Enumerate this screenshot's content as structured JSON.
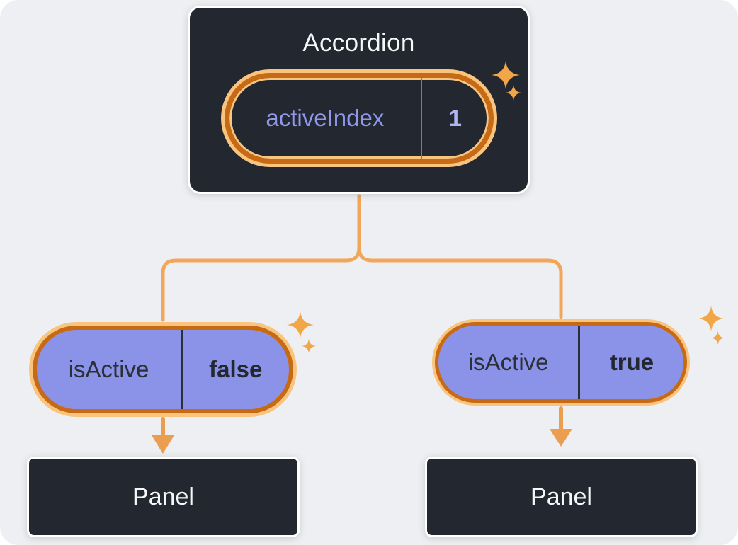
{
  "diagram": {
    "root": {
      "title": "Accordion",
      "state": {
        "key": "activeIndex",
        "value": "1"
      }
    },
    "children": [
      {
        "prop": {
          "key": "isActive",
          "value": "false"
        },
        "panel_label": "Panel"
      },
      {
        "prop": {
          "key": "isActive",
          "value": "true"
        },
        "panel_label": "Panel"
      }
    ],
    "icons": {
      "sparkle": "four-point-star"
    },
    "colors": {
      "background": "#EDEFF2",
      "card_bg": "#23272F",
      "card_border": "#FFFFFF",
      "pill_purple": "#8B93E8",
      "ring_dark_orange": "#C76A15",
      "ring_light_orange": "#F9C47E",
      "connector_orange": "#F2A65A",
      "arrow_orange": "#EC9E50",
      "text_light": "#F6F7F9",
      "text_dark": "#23272F",
      "state_key_purple": "#8F98EA",
      "state_value_purple": "#AEB5F2",
      "sparkle_orange": "#F1A647"
    }
  }
}
